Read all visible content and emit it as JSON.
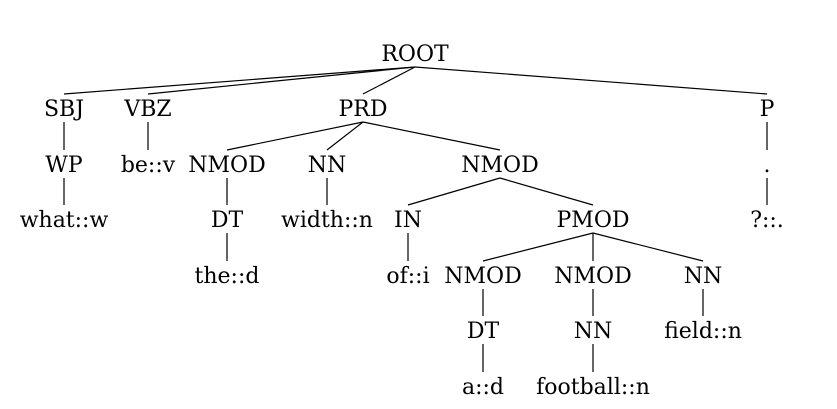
{
  "tree": {
    "root": {
      "label": "ROOT",
      "children": [
        {
          "label": "SBJ",
          "children": [
            {
              "label": "WP",
              "children": [
                {
                  "label": "what::w"
                }
              ]
            }
          ]
        },
        {
          "label": "VBZ",
          "children": [
            {
              "label": "be::v"
            }
          ]
        },
        {
          "label": "PRD",
          "children": [
            {
              "label": "NMOD",
              "children": [
                {
                  "label": "DT",
                  "children": [
                    {
                      "label": "the::d"
                    }
                  ]
                }
              ]
            },
            {
              "label": "NN",
              "children": [
                {
                  "label": "width::n"
                }
              ]
            },
            {
              "label": "NMOD",
              "children": [
                {
                  "label": "IN",
                  "children": [
                    {
                      "label": "of::i"
                    }
                  ]
                },
                {
                  "label": "PMOD",
                  "children": [
                    {
                      "label": "NMOD",
                      "children": [
                        {
                          "label": "DT",
                          "children": [
                            {
                              "label": "a::d"
                            }
                          ]
                        }
                      ]
                    },
                    {
                      "label": "NMOD",
                      "children": [
                        {
                          "label": "NN",
                          "children": [
                            {
                              "label": "football::n"
                            }
                          ]
                        }
                      ]
                    },
                    {
                      "label": "NN",
                      "children": [
                        {
                          "label": "field::n"
                        }
                      ]
                    }
                  ]
                }
              ]
            }
          ]
        },
        {
          "label": "P",
          "children": [
            {
              "label": ".",
              "children": [
                {
                  "label": "?::."
                }
              ]
            }
          ]
        }
      ]
    }
  }
}
